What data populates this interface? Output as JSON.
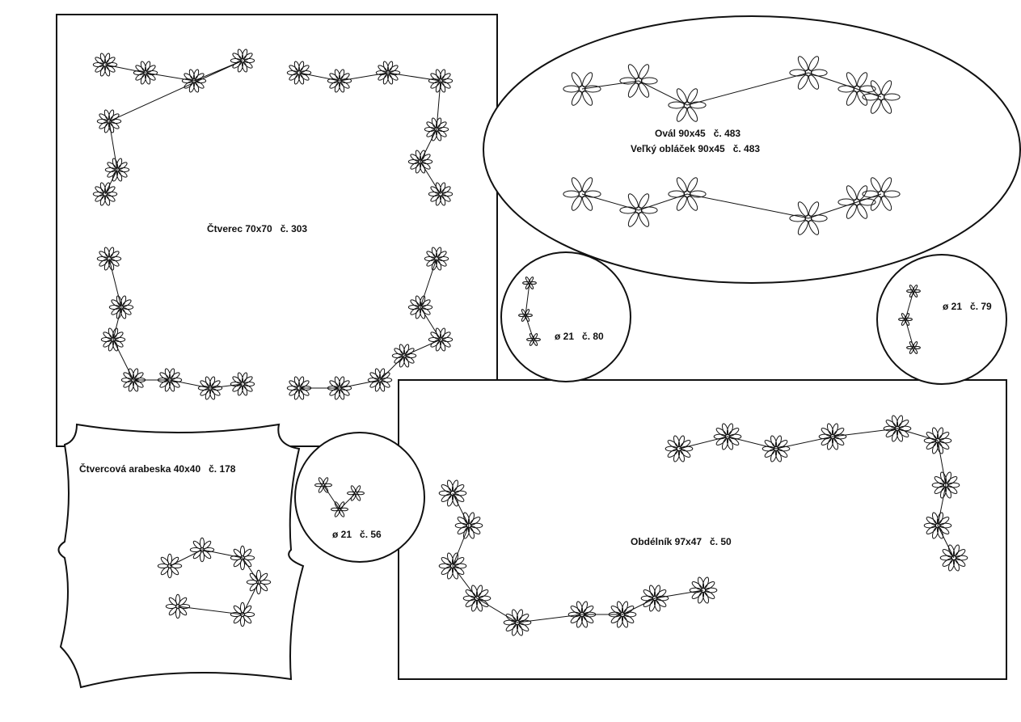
{
  "patterns": [
    {
      "label": "Čtverec 70x70   č. 303"
    },
    {
      "label": "Ovál 90x45   č. 483",
      "label2": "Veľký obláček 90x45   č. 483"
    },
    {
      "label": "ø 21   č. 80"
    },
    {
      "label": "ø 21   č. 79"
    },
    {
      "label": "Čtvercová arabeska 40x40   č. 178"
    },
    {
      "label": "ø 21   č. 56"
    },
    {
      "label": "Obdélník 97x47   č. 50"
    }
  ],
  "colors": {
    "ink": "#111111",
    "paper": "#ffffff"
  }
}
